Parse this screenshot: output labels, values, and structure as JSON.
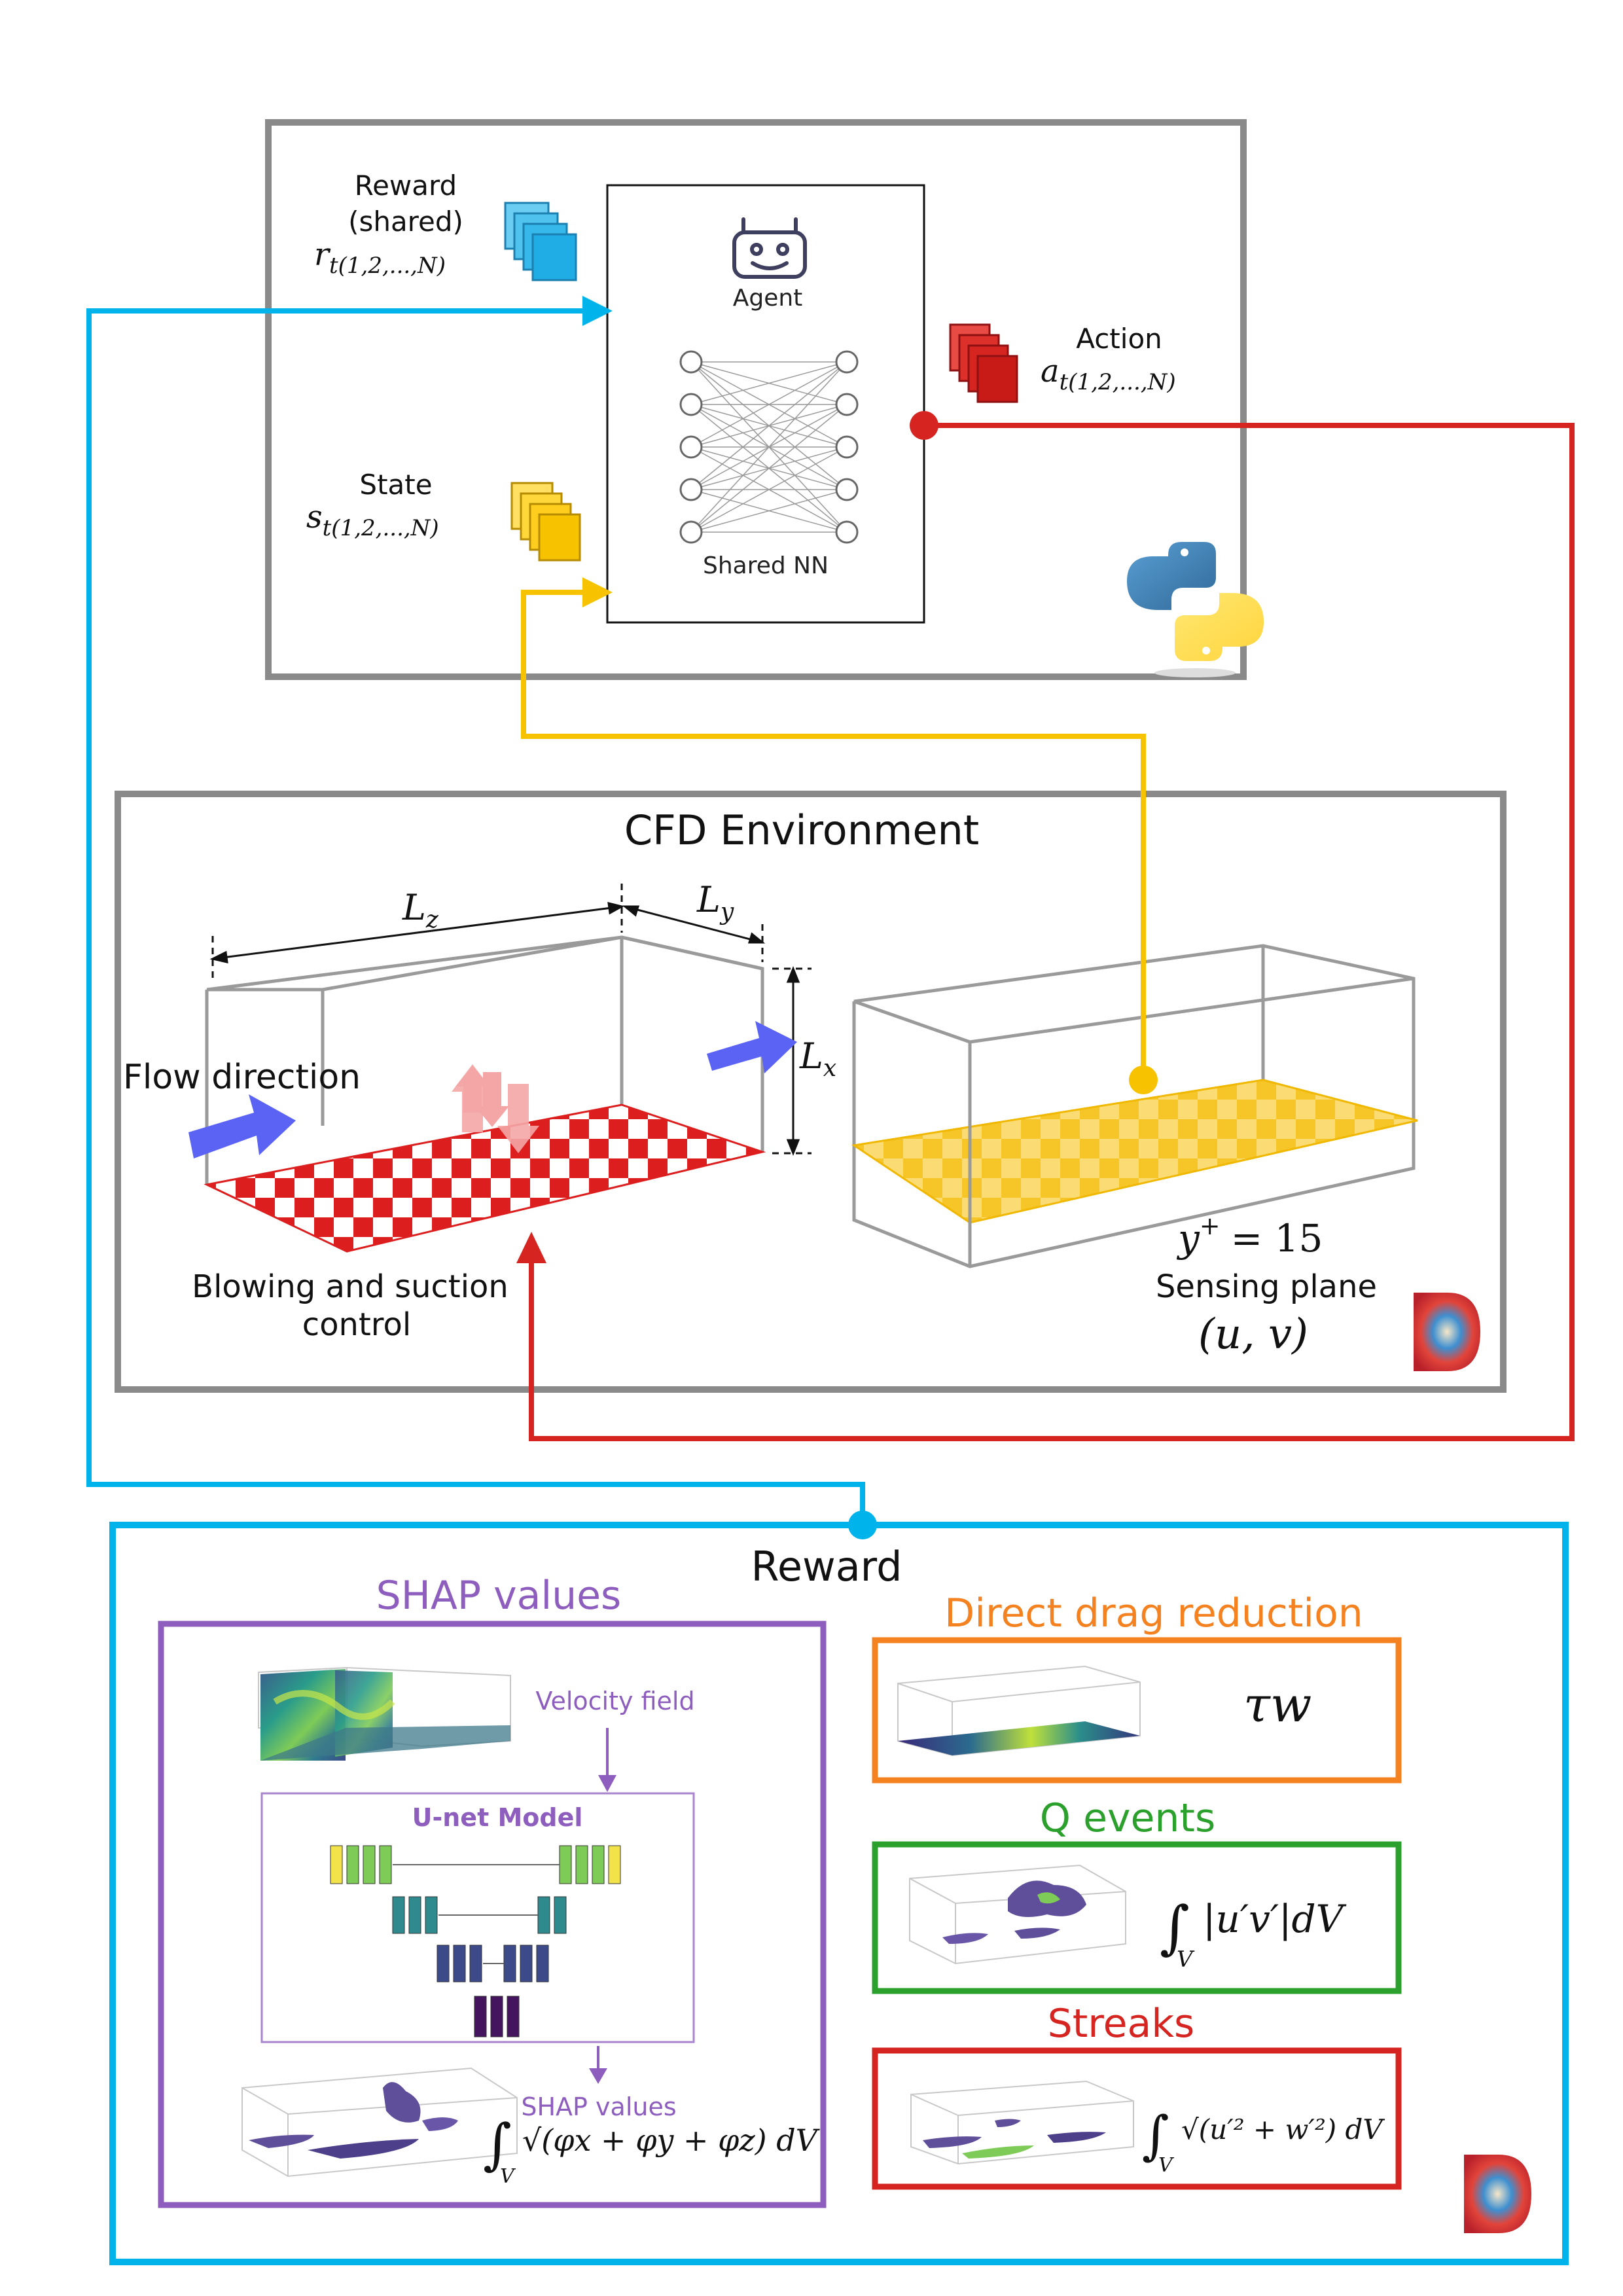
{
  "agent": {
    "reward_label": "Reward",
    "reward_shared": "(shared)",
    "reward_symbol": "r",
    "reward_sub": "t(1,2,...,N)",
    "state_label": "State",
    "state_symbol": "s",
    "state_sub": "t(1,2,...,N)",
    "action_label": "Action",
    "action_symbol": "a",
    "action_sub": "t(1,2,...,N)",
    "agent_label": "Agent",
    "nn_label": "Shared NN"
  },
  "cfd": {
    "title": "CFD Environment",
    "lz": "L",
    "lz_sub": "z",
    "ly": "L",
    "ly_sub": "y",
    "lx": "L",
    "lx_sub": "x",
    "flow_direction": "Flow direction",
    "blowing_line1": "Blowing and suction",
    "blowing_line2": "control",
    "yplus": "y",
    "yplus_sup": "+",
    "yplus_value": "= 15",
    "sensing_plane": "Sensing plane",
    "uv": "(u, v)"
  },
  "reward": {
    "title": "Reward",
    "shap_title": "SHAP values",
    "velocity_field": "Velocity field",
    "unet_model": "U-net Model",
    "shap_values_small": "SHAP values",
    "shap_formula": "√(φx + φy + φz) dV",
    "drag_title": "Direct drag reduction",
    "drag_formula": "τw",
    "q_title": "Q events",
    "q_formula": "|u′v′|dV",
    "streaks_title": "Streaks",
    "streaks_formula": "√(u′² + w′²) dV",
    "integral_sub": "V"
  },
  "colors": {
    "cyan": "#00B4EB",
    "yellow": "#F7C300",
    "red": "#D62420",
    "gray": "#888888",
    "purple": "#8E5EBF",
    "orange": "#F58220",
    "green": "#2CA02C",
    "blue_arrow": "#5B63F5",
    "pink_arrow": "#F4A6A6"
  }
}
